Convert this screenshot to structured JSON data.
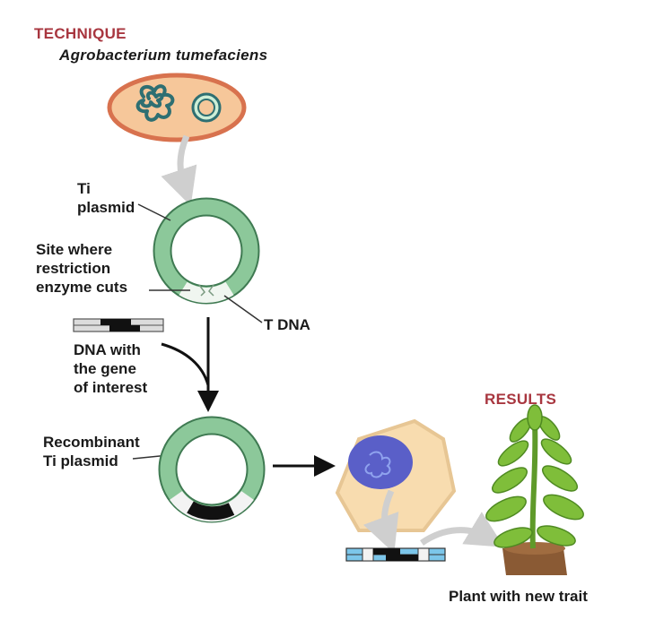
{
  "technique_heading": "TECHNIQUE",
  "organism_name": "Agrobacterium tumefaciens",
  "labels": {
    "ti_plasmid": "Ti\nplasmid",
    "restriction_site": "Site where\nrestriction\nenzyme cuts",
    "t_dna": "T DNA",
    "dna_gene": "DNA with\nthe gene\nof interest",
    "recombinant": "Recombinant\nTi plasmid",
    "plant_caption": "Plant with new trait"
  },
  "results_heading": "RESULTS",
  "colors": {
    "heading": "#a8363f",
    "plasmid_green": "#8cc89a",
    "plasmid_stroke": "#3f7a52",
    "bacterium_fill": "#f6c79a",
    "bacterium_stroke": "#d8724e",
    "chromosome": "#2e6f72",
    "plant_cell_fill": "#f8dcaf",
    "nucleus": "#5a5fc8",
    "dna_blue": "#7cc6ea",
    "leaf": "#7fbe3a",
    "soil": "#8a5a34",
    "arrow_gray": "#cfcfcf"
  }
}
